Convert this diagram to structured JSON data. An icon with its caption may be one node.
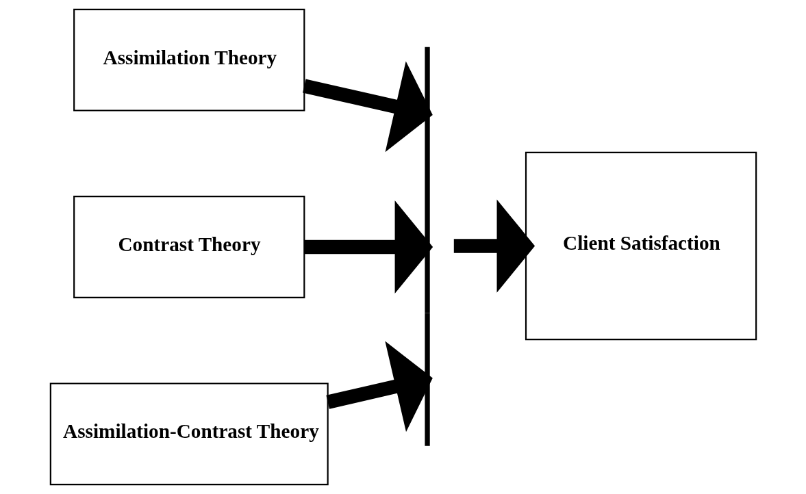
{
  "diagram": {
    "nodes": [
      {
        "text": [
          "Assimilation Theory"
        ]
      },
      {
        "text": [
          "Contrast Theory"
        ]
      },
      {
        "text": [
          "Assimilation-Contrast Theory"
        ]
      },
      {
        "text": [],
        "shape": "bar"
      },
      {
        "text": [
          "Client Satisfaction"
        ]
      }
    ],
    "edges": [
      {
        "from": 0,
        "to": 3,
        "arrow": "to"
      },
      {
        "from": 1,
        "to": 3,
        "arrow": "to"
      },
      {
        "from": 2,
        "to": 3,
        "arrow": "to"
      },
      {
        "from": 3,
        "to": 4,
        "arrow": "to"
      }
    ]
  }
}
